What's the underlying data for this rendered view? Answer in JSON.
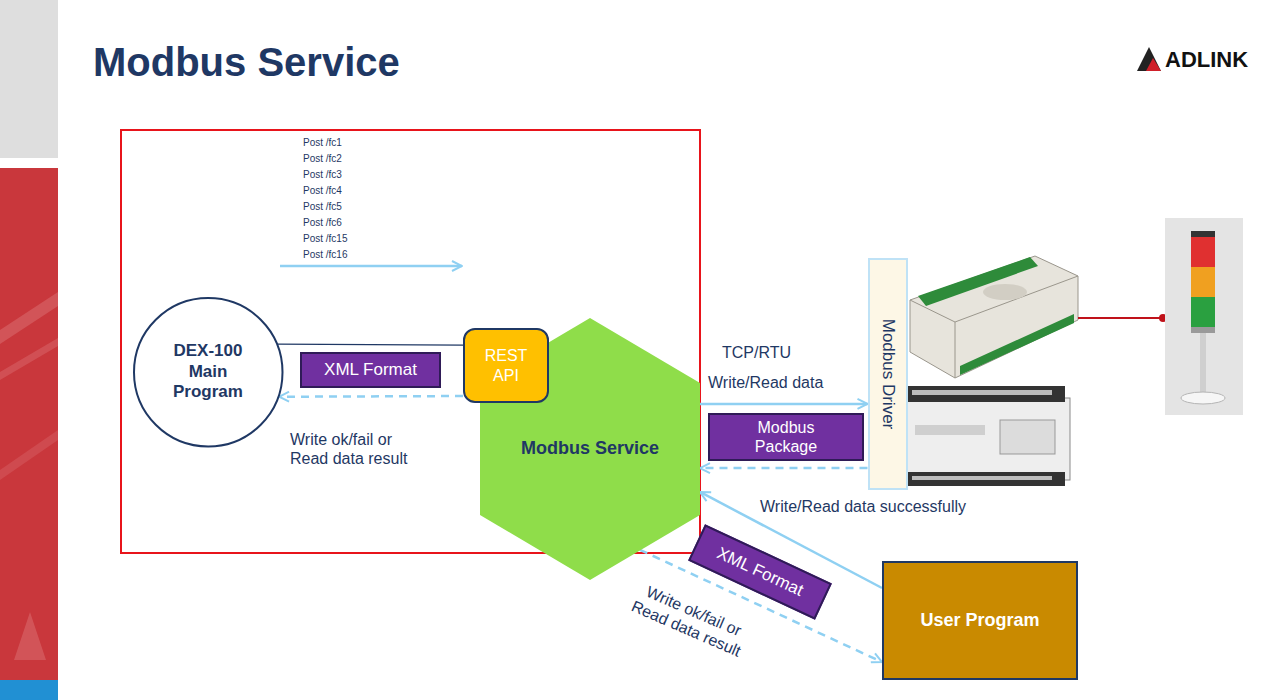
{
  "diagram": {
    "title": "Modbus Service",
    "nodes": [
      {
        "text": [
          "DEX-100 Main Program"
        ]
      },
      {
        "text": [
          "Modbus Service"
        ]
      },
      {
        "text": [
          "REST API"
        ]
      },
      {
        "text": [
          "XML Format"
        ]
      },
      {
        "text": [
          "Modbus Package"
        ]
      },
      {
        "text": [
          "Modbus Driver"
        ]
      },
      {
        "text": [
          "XML Format"
        ]
      },
      {
        "text": [
          "User Program"
        ]
      }
    ],
    "edges": [
      {
        "from": 0,
        "to": 2,
        "arrow": "none"
      },
      {
        "from": 2,
        "to": 0,
        "arrow": "to",
        "label": "Write ok/fail or Read data result"
      },
      {
        "from": 1,
        "to": 5,
        "arrow": "to",
        "label": "Write/Read data"
      },
      {
        "from": 5,
        "to": 1,
        "arrow": "to",
        "label": "Write/Read data successfully"
      },
      {
        "from": 7,
        "to": 1,
        "arrow": "to"
      },
      {
        "from": 1,
        "to": 7,
        "arrow": "to",
        "label": "Write ok/fail or Read data result"
      }
    ],
    "labels": [
      "Post /fc1",
      "Post /fc2",
      "Post /fc3",
      "Post /fc4",
      "Post /fc5",
      "Post /fc6",
      "Post /fc15",
      "Post /fc16",
      "TCP/RTU",
      "ADLINK"
    ]
  }
}
